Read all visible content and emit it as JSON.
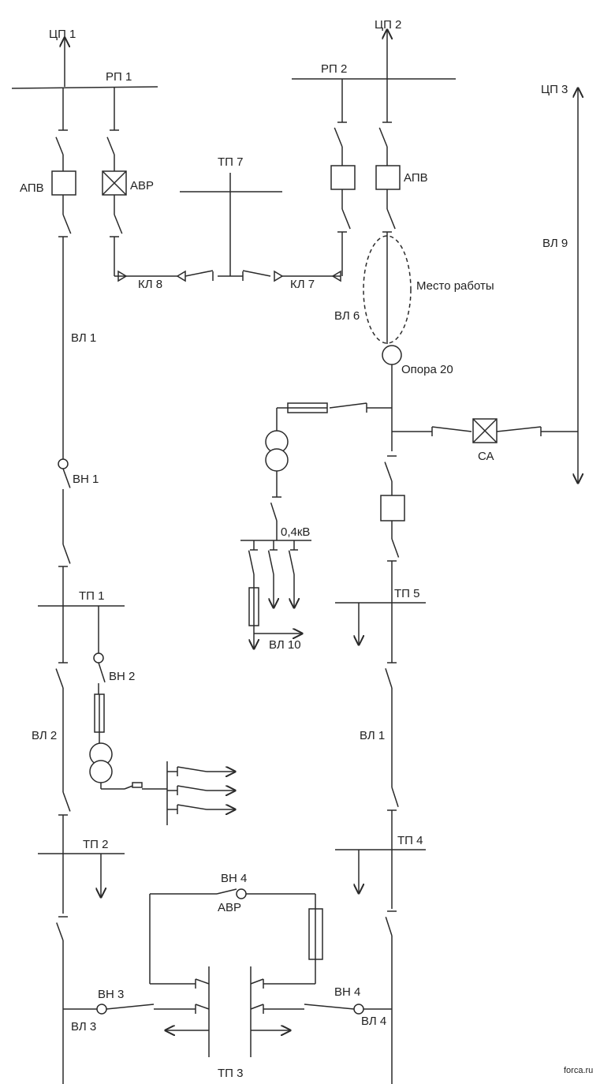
{
  "labels": {
    "cp1": "ЦП 1",
    "cp2": "ЦП 2",
    "cp3": "ЦП 3",
    "rp1": "РП 1",
    "rp2": "РП 2",
    "tp7": "ТП 7",
    "apv_left": "АПВ",
    "avr_top": "АВР",
    "apv_right": "АПВ",
    "kl8": "КЛ 8",
    "kl7": "КЛ 7",
    "vl9": "ВЛ 9",
    "workplace": "Место работы",
    "vl6": "ВЛ 6",
    "support20": "Опора 20",
    "vl1_left": "ВЛ 1",
    "sa": "СА",
    "vn1": "ВН 1",
    "kv04": "0,4кВ",
    "tp5": "ТП 5",
    "vl10": "ВЛ 10",
    "tp1": "ТП 1",
    "vn2": "ВН 2",
    "vl1_right": "ВЛ 1",
    "vl2": "ВЛ 2",
    "tp4": "ТП 4",
    "tp2": "ТП 2",
    "vn4_top": "ВН 4",
    "avr_bottom": "АВР",
    "vn3": "ВН 3",
    "vl3": "ВЛ 3",
    "vn4_bottom": "ВН 4",
    "vl4": "ВЛ 4",
    "tp3": "ТП 3",
    "watermark": "forca.ru"
  }
}
